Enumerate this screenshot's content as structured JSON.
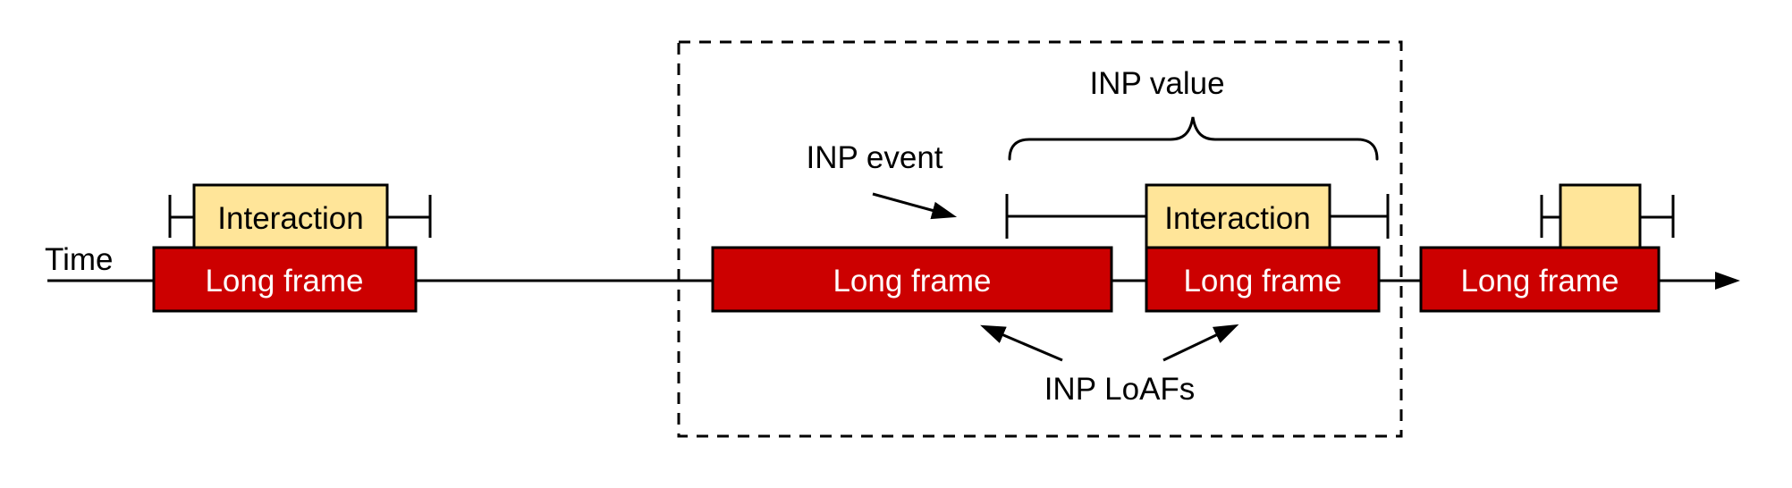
{
  "background": "#ffffff",
  "colors": {
    "long_frame_fill": "#cc0000",
    "long_frame_text": "#ffffff",
    "interaction_fill": "#ffe599",
    "interaction_text": "#000000",
    "outline": "#000000"
  },
  "timeline": {
    "label": "Time"
  },
  "long_frames": [
    {
      "label": "Long frame"
    },
    {
      "label": "Long frame"
    },
    {
      "label": "Long frame"
    },
    {
      "label": "Long frame"
    }
  ],
  "interactions": [
    {
      "label": "Interaction"
    },
    {
      "label": "Interaction"
    },
    {
      "label": ""
    }
  ],
  "annotations": {
    "inp_event": "INP event",
    "inp_value": "INP value",
    "inp_loafs": "INP LoAFs"
  }
}
